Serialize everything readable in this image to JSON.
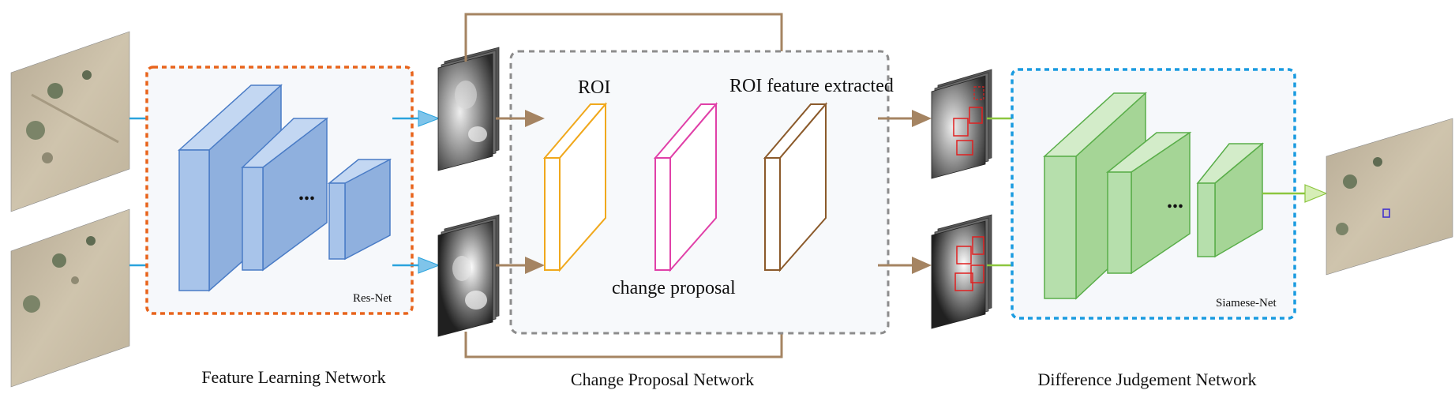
{
  "sections": {
    "feature_learning": "Feature Learning Network",
    "change_proposal": "Change Proposal Network",
    "difference_judgement": "Difference Judgement Network"
  },
  "boxes": {
    "resnet": "Res-Net",
    "siamese": "Siamese-Net"
  },
  "labels": {
    "roi": "ROI",
    "roi_feature": "ROI feature extracted",
    "change_proposal": "change proposal",
    "ellipsis": "..."
  },
  "colors": {
    "resnet_border": "#e8641c",
    "siamese_border": "#1a9be0",
    "proposal_border": "#8c8c8c",
    "resnet_blocks": "#a8c4ea",
    "siamese_blocks": "#b6dfac",
    "brown_arrow": "#a58462",
    "blue_arrow": "#2aa3dd",
    "green_arrow": "#8cc63f",
    "roi_yellow": "#f0a81c",
    "proposal_magenta": "#e040a8",
    "feature_brown": "#8b5a2b",
    "roi_box_red": "#e02020"
  }
}
